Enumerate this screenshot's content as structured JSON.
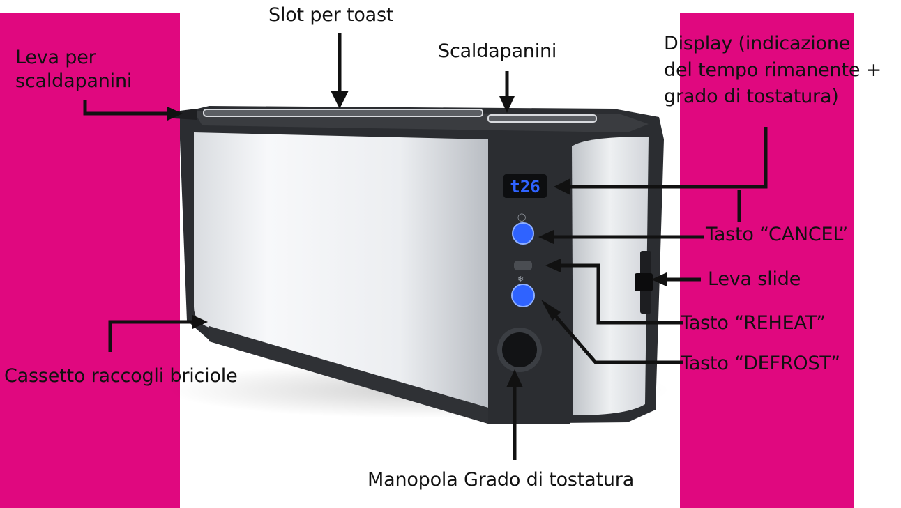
{
  "colors": {
    "magenta": "#e0087f",
    "arrow": "#111111",
    "body_dark": "#2b2d31",
    "steel_light": "#f4f5f7",
    "steel_mid": "#c9ccd1",
    "led_blue": "#2f63ff"
  },
  "display": {
    "digits": "t26"
  },
  "labels": {
    "slot": "Slot per toast",
    "bun_warmer": "Scaldapanini",
    "bun_lever": "Leva per\nscaldapanini",
    "display": "Display (indicazione\ndel tempo rimanente +\ngrado di tostatura)",
    "cancel": "Tasto “CANCEL”",
    "slide_lever": "Leva slide",
    "reheat": "Tasto “REHEAT”",
    "defrost": "Tasto “DEFROST”",
    "crumb_tray": "Cassetto raccogli briciole",
    "knob": "Manopola Grado di tostatura"
  }
}
